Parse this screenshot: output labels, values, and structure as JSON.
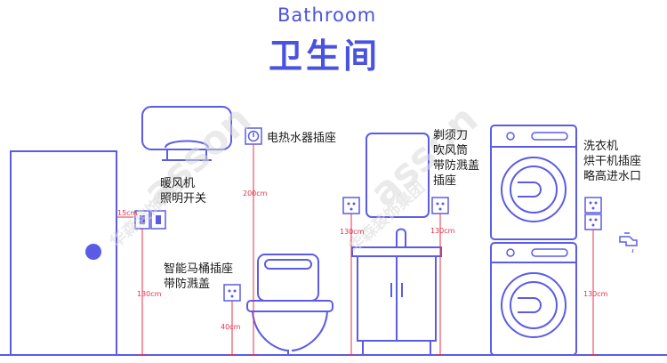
{
  "title": {
    "en": "Bathroom",
    "zh": "卫生间"
  },
  "watermark": {
    "brand": "asson",
    "cn": "华森装饰集团"
  },
  "labels": {
    "heater_switch": [
      "暖风机",
      "照明开关"
    ],
    "water_heater": "电热水器插座",
    "toilet": [
      "智能马桶插座",
      "带防溅盖"
    ],
    "shaver": [
      "剃须刀",
      "吹风筒",
      "带防溅盖",
      "插座"
    ],
    "washer": [
      "洗衣机",
      "烘干机插座",
      "略高进水口"
    ]
  },
  "measurements": {
    "switch_offset": "15cm",
    "switch_height": "130cm",
    "water_heater_height": "200cm",
    "toilet_outlet_height": "40cm",
    "mirror_outlet_left": "130cm",
    "mirror_outlet_right": "130cm",
    "washer_outlet_height": "130cm"
  },
  "colors": {
    "primary": "#4a52e0",
    "measure": "#e8314a",
    "stroke": "#5a5ce6"
  }
}
